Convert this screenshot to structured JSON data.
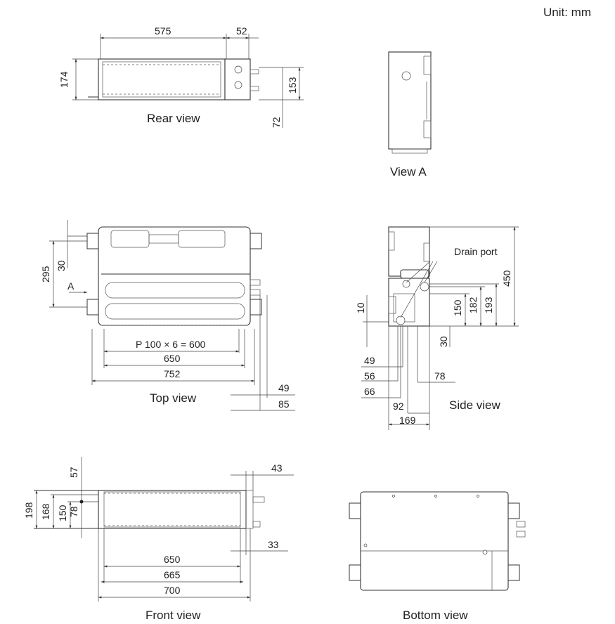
{
  "unit_label": "Unit: mm",
  "views": {
    "rear": {
      "caption": "Rear view",
      "dims": {
        "w575": "575",
        "w52": "52",
        "h174": "174",
        "h153": "153",
        "h72": "72"
      }
    },
    "view_a": {
      "caption": "View A"
    },
    "top": {
      "caption": "Top view",
      "arrow_label": "A",
      "dims": {
        "pitch": "P 100 × 6 = 600",
        "w650": "650",
        "w752": "752",
        "w49": "49",
        "w85": "85",
        "h295": "295",
        "h30": "30"
      }
    },
    "side": {
      "caption": "Side view",
      "drain_label": "Drain port",
      "dims": {
        "h450": "450",
        "h193": "193",
        "h182": "182",
        "h150": "150",
        "h10": "10",
        "h30": "30",
        "w49": "49",
        "w56": "56",
        "w78": "78",
        "w66": "66",
        "w92": "92",
        "w169": "169"
      }
    },
    "front": {
      "caption": "Front view",
      "dims": {
        "h57": "57",
        "h198": "198",
        "h168": "168",
        "h150": "150",
        "h78": "78",
        "w43": "43",
        "w33": "33",
        "w650": "650",
        "w665": "665",
        "w700": "700"
      }
    },
    "bottom": {
      "caption": "Bottom view"
    }
  }
}
